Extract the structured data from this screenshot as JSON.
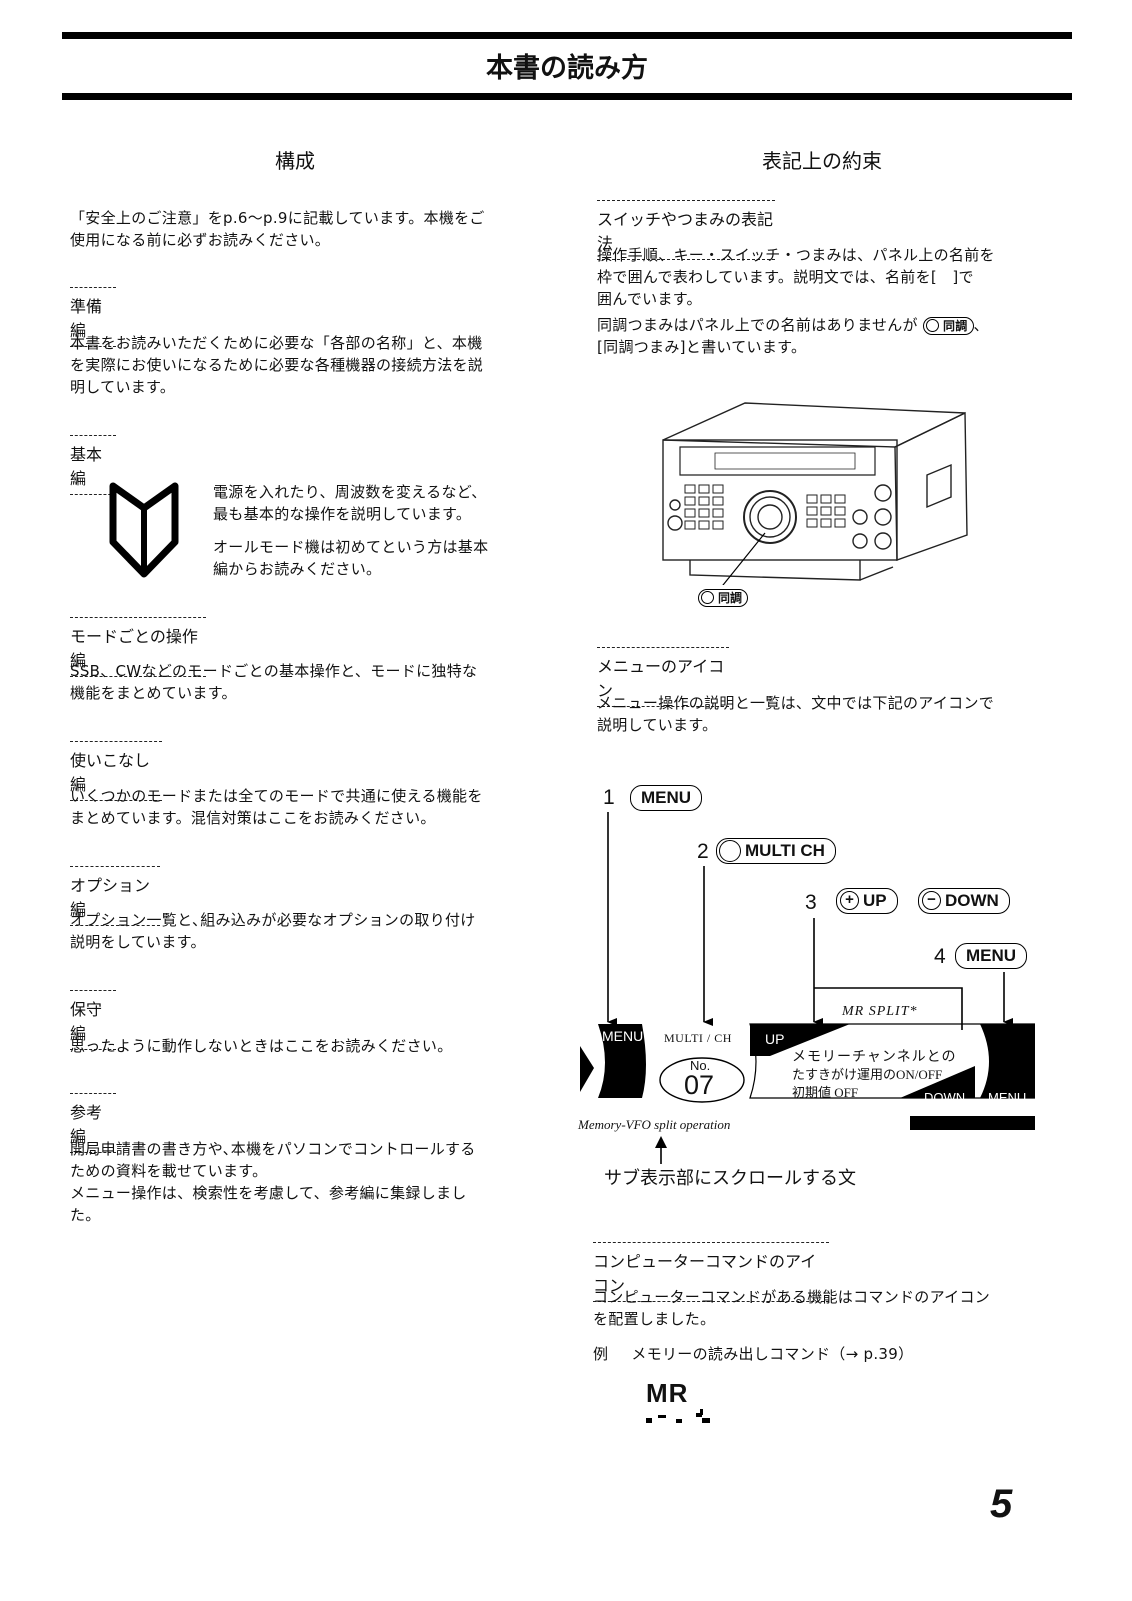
{
  "header": {
    "title": "本書の読み方"
  },
  "left": {
    "heading": "構成",
    "intro": [
      "「安全上のご注意」をp.6～p.9に記載しています。本機をご",
      "使用になる前に必ずお読みください。"
    ],
    "sections": [
      {
        "title": "準備編",
        "lines": [
          "本書をお読みいただくために必要な「各部の名称」と、本機",
          "を実際にお使いになるために必要な各種機器の接続方法を説",
          "明しています。"
        ]
      },
      {
        "title": "基本編",
        "lines": [
          "電源を入れたり、周波数を変えるなど、",
          "最も基本的な操作を説明しています。"
        ],
        "lines2": [
          "オールモード機は初めてという方は基本",
          "編からお読みください。"
        ]
      },
      {
        "title": "モードごとの操作編",
        "lines": [
          "SSB、CWなどのモードごとの基本操作と、モードに独特な",
          "機能をまとめています。"
        ]
      },
      {
        "title": "使いこなし編",
        "lines": [
          "いくつかのモードまたは全てのモードで共通に使える機能を",
          "まとめています。混信対策はここをお読みください。"
        ]
      },
      {
        "title": "オプション編",
        "lines": [
          "オプション一覧と､組み込みが必要なオプションの取り付け",
          "説明をしています。"
        ]
      },
      {
        "title": "保守編",
        "lines": [
          "思ったように動作しないときはここをお読みください。"
        ]
      },
      {
        "title": "参考編",
        "lines": [
          "開局申請書の書き方や､本機をパソコンでコントロールする",
          "ための資料を載せています。",
          "メニュー操作は、検索性を考慮して、参考編に集録しまし",
          "た。"
        ]
      }
    ]
  },
  "right": {
    "heading": "表記上の約束",
    "switch_section": {
      "title": "スイッチやつまみの表記法",
      "lines": [
        "操作手順、キー・スイッチ・つまみは、パネル上の名前を",
        "枠で囲んで表わしています。説明文では、名前を[　]で",
        "囲んでいます。"
      ],
      "line4a": "同調つまみはパネル上での名前はありませんが",
      "line4b": "、",
      "line5": "[同調つまみ]と書いています。",
      "tune_key": "同調"
    },
    "diagram_label": "同調",
    "menu_section": {
      "title": "メニューのアイコン",
      "lines": [
        "メニュー操作の説明と一覧は、文中では下記のアイコンで",
        "説明しています。"
      ]
    },
    "menu_steps": {
      "n1": "1",
      "k1": "MENU",
      "n2": "2",
      "k2": "MULTI CH",
      "n3": "3",
      "k3a": "UP",
      "k3b": "DOWN",
      "plus": "+",
      "minus": "−",
      "n4": "4",
      "k4": "MENU"
    },
    "lcd": {
      "left_menu": "MENU",
      "multi_ch": "MULTI / CH",
      "up": "UP",
      "no": "No.",
      "number": "07",
      "mr_split": "MR SPLIT*",
      "line1": "メモリーチャンネルとの",
      "line2": "たすきがけ運用のON/OFF",
      "line3": "初期値 OFF",
      "down": "DOWN",
      "right_menu": "MENU"
    },
    "scroll_caption": "Memory-VFO split operation",
    "scroll_label": "サブ表示部にスクロールする文",
    "command_section": {
      "title": "コンピューターコマンドのアイコン",
      "lines": [
        "コンピューターコマンドがある機能はコマンドのアイコン",
        "を配置しました。"
      ],
      "example_label": "例",
      "example_text": "メモリーの読み出しコマンド（→ p.39）",
      "icon": "MR"
    }
  },
  "page_number": "5"
}
